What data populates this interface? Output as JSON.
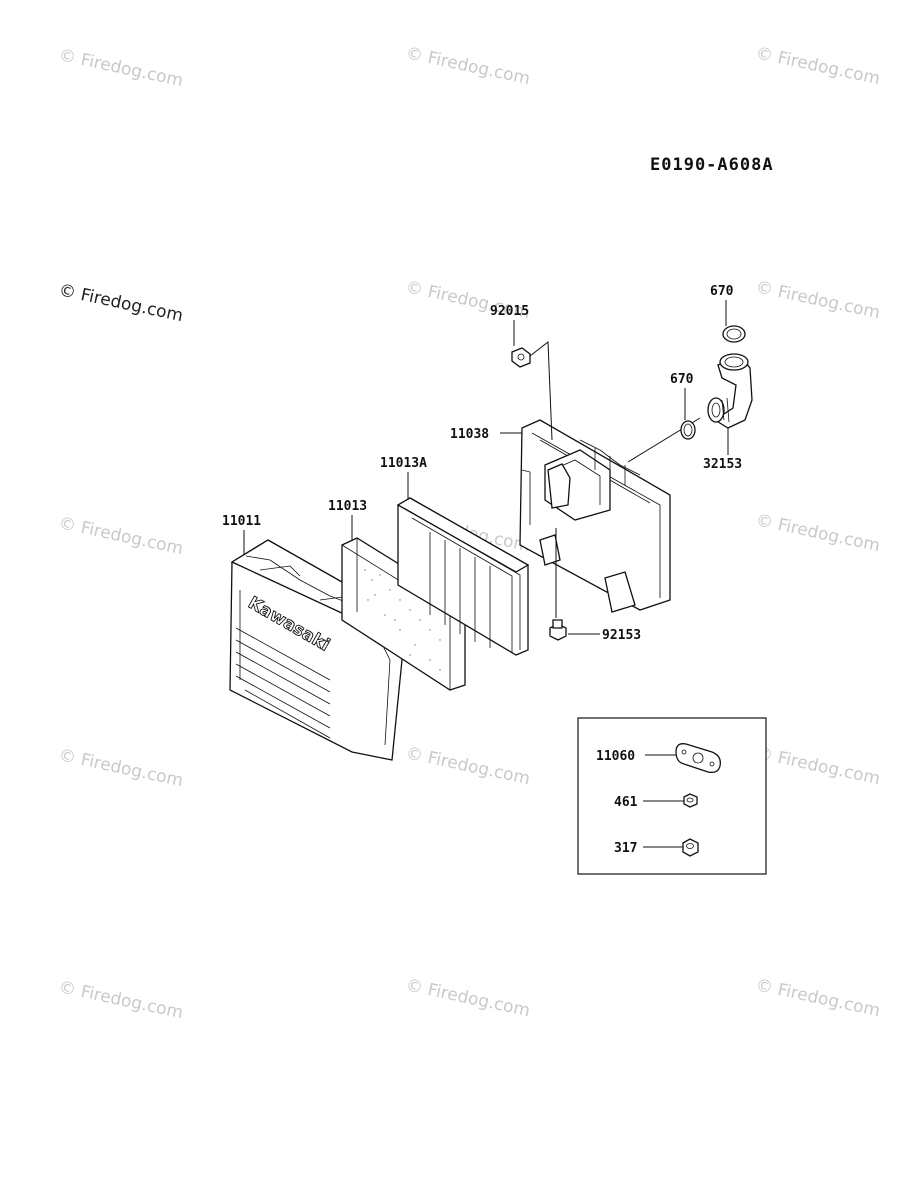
{
  "diagram_code": "E0190-A608A",
  "brand_on_cover": "Kawasaki",
  "watermark": "© Firedog.com",
  "parts": {
    "p11011": "11011",
    "p11013": "11013",
    "p11013A": "11013A",
    "p11038": "11038",
    "p92015": "92015",
    "p670a": "670",
    "p670b": "670",
    "p32153": "32153",
    "p92153": "92153"
  },
  "kit": {
    "p11060": "11060",
    "p461": "461",
    "p317": "317"
  }
}
